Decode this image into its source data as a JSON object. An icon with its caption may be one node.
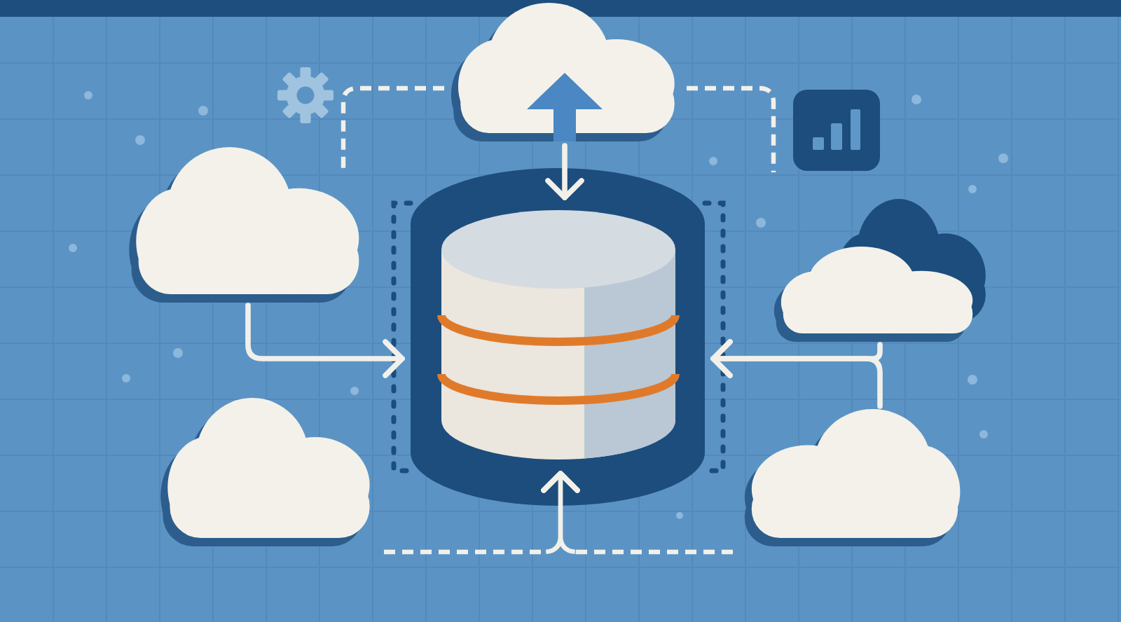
{
  "diagram": {
    "nodes": [
      {
        "text": [],
        "shape": "cloud"
      },
      {
        "text": [],
        "shape": "cloud"
      },
      {
        "text": [],
        "shape": "cylinder"
      },
      {
        "text": [],
        "shape": "cloud"
      },
      {
        "text": [],
        "shape": "cloud"
      },
      {
        "text": [],
        "shape": "cloud"
      }
    ],
    "edges": [
      {
        "from": 0,
        "to": 2,
        "arrow": "to"
      },
      {
        "from": 1,
        "to": 2,
        "arrow": "to"
      },
      {
        "from": 3,
        "to": 2,
        "arrow": "to"
      },
      {
        "from": 5,
        "to": 2,
        "arrow": "to"
      },
      {
        "from": 4,
        "to": 2,
        "arrow": "to",
        "style": "dashed"
      },
      {
        "from": 5,
        "to": 2,
        "arrow": "to",
        "style": "dashed"
      },
      {
        "from": 0,
        "to": 1,
        "arrow": "none",
        "style": "dashed"
      },
      {
        "from": 0,
        "to": null,
        "arrow": "none",
        "style": "dashed"
      }
    ]
  }
}
